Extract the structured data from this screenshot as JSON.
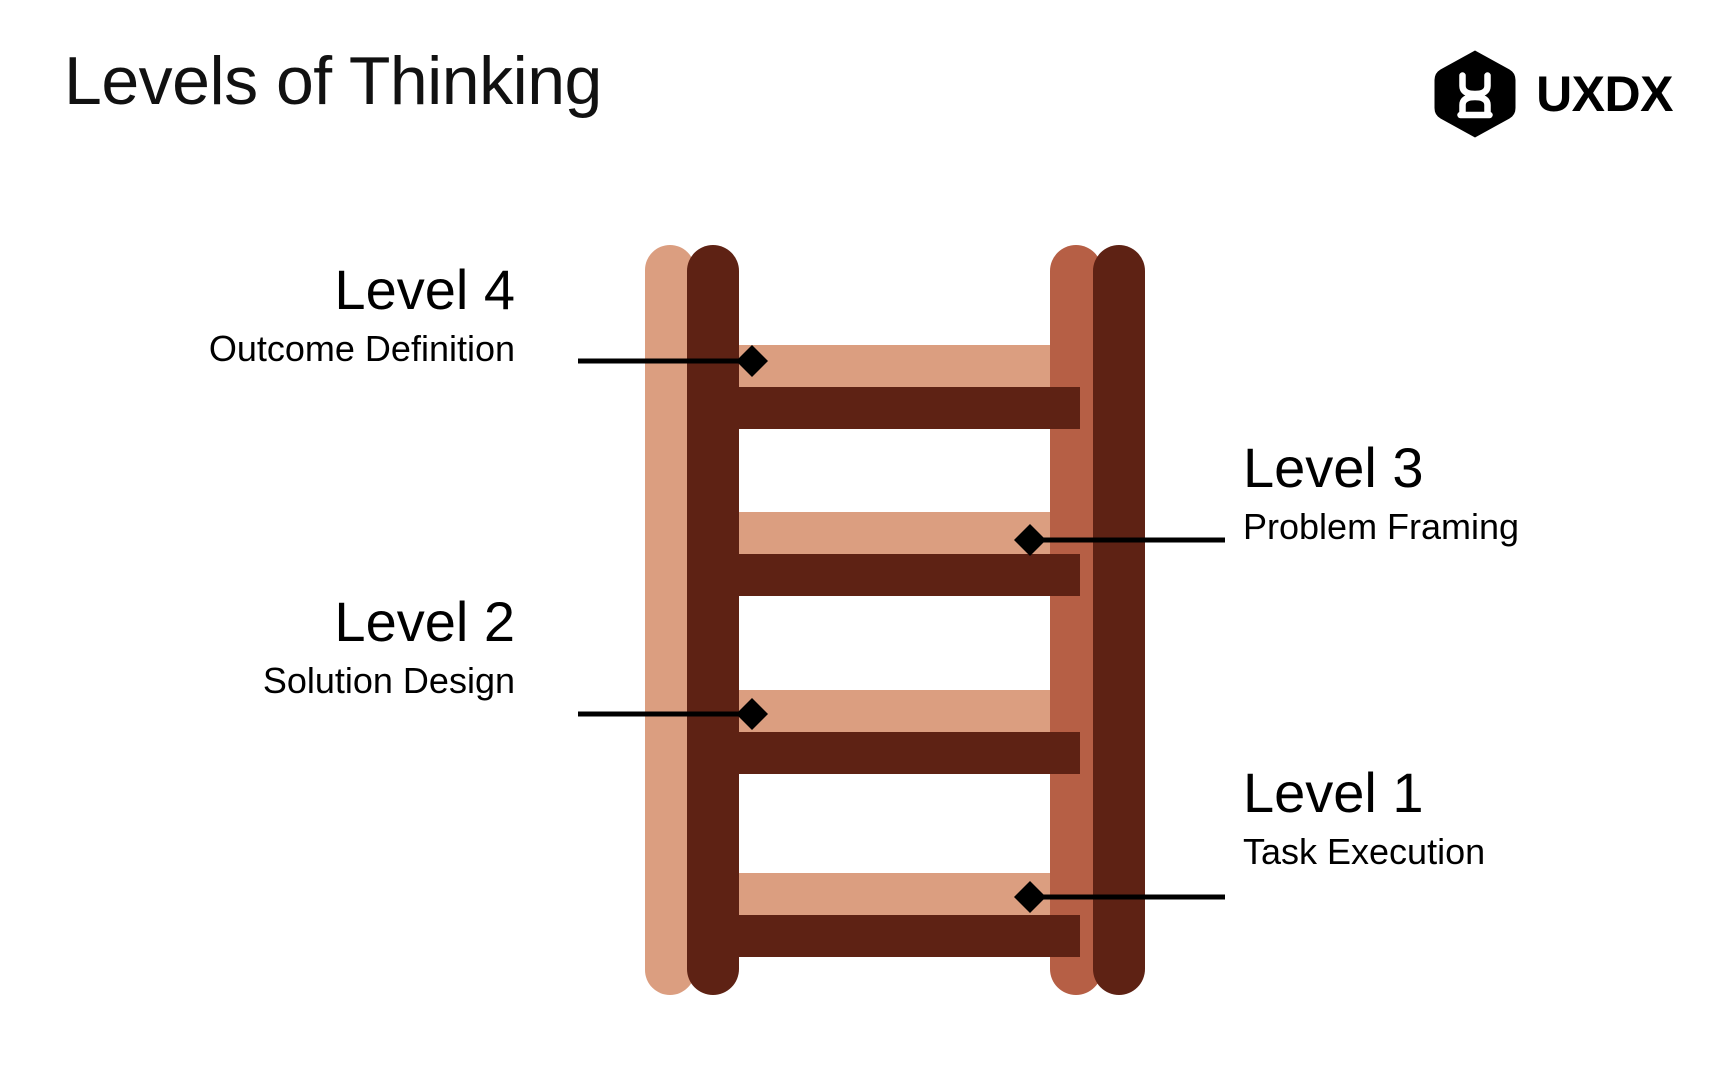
{
  "page": {
    "title": "Levels of Thinking",
    "background_color": "#FFFFFF"
  },
  "brand": {
    "wordmark": "UXDX",
    "mark_icon": "uxdx-hexagon-logo-icon",
    "mark_color": "#000000"
  },
  "diagram": {
    "type": "ladder",
    "colors": {
      "rail_light": "#DB9E80",
      "rail_mid": "#B65F45",
      "rail_dark": "#5E2214",
      "rung_light": "#DB9E80",
      "rung_dark": "#5E2214",
      "leader_line": "#000000",
      "marker": "#000000"
    },
    "rung_count": 4,
    "levels": [
      {
        "id": "level-4",
        "title": "Level 4",
        "subtitle": "Outcome Definition",
        "side": "left",
        "rung_index": 1
      },
      {
        "id": "level-3",
        "title": "Level 3",
        "subtitle": "Problem Framing",
        "side": "right",
        "rung_index": 2
      },
      {
        "id": "level-2",
        "title": "Level 2",
        "subtitle": "Solution Design",
        "side": "left",
        "rung_index": 3
      },
      {
        "id": "level-1",
        "title": "Level 1",
        "subtitle": "Task Execution",
        "side": "right",
        "rung_index": 4
      }
    ]
  }
}
